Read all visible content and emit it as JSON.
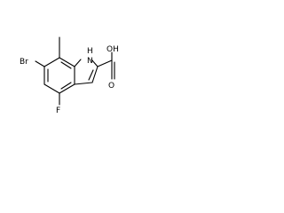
{
  "molecule": {
    "labels": {
      "bromine": "Br",
      "fluorine": "F",
      "nitrogen": "N",
      "hydrogen": "H",
      "hydroxyl": "OH",
      "carbonyl_oxygen": "O"
    }
  }
}
